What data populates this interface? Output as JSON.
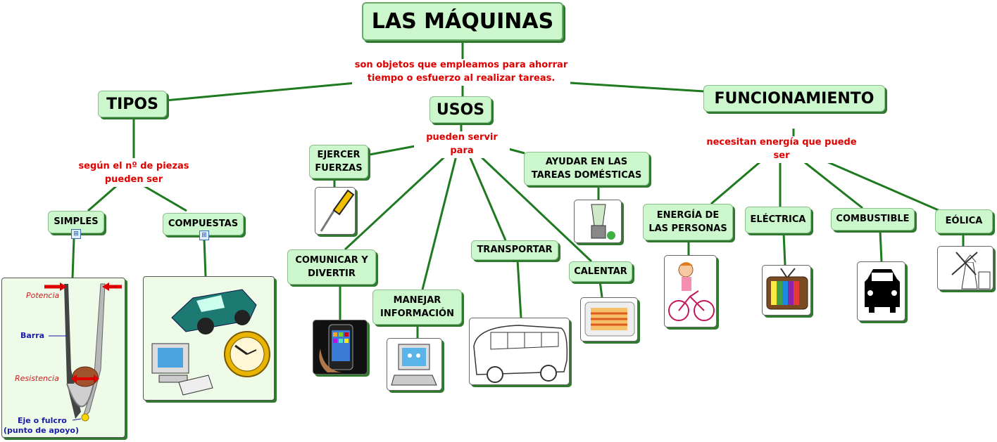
{
  "title": "LAS MÁQUINAS",
  "definition_link": {
    "line1": "son objetos que empleamos para ahorrar",
    "line2": "tiempo o esfuerzo al realizar tareas."
  },
  "tipos": {
    "label": "TIPOS",
    "link": {
      "line1": "según el nº de piezas",
      "line2": "pueden ser"
    },
    "simples": "SIMPLES",
    "compuestas": "COMPUESTAS",
    "lever_labels": {
      "potencia": "Potencia",
      "barra": "Barra",
      "resistencia": "Resistencia",
      "eje1": "Eje o fulcro",
      "eje2": "(punto de apoyo)"
    }
  },
  "usos": {
    "label": "USOS",
    "link": "pueden servir para",
    "ejercer": {
      "line1": "EJERCER",
      "line2": "FUERZAS"
    },
    "ayudar": {
      "line1": "AYUDAR EN LAS",
      "line2": "TAREAS DOMÉSTICAS"
    },
    "comunicar": {
      "line1": "COMUNICAR Y",
      "line2": "DIVERTIR"
    },
    "manejar": {
      "line1": "MANEJAR",
      "line2": "INFORMACIÓN"
    },
    "transportar": "TRANSPORTAR",
    "calentar": "CALENTAR"
  },
  "funcionamiento": {
    "label": "FUNCIONAMIENTO",
    "link": "necesitan energía que puede ser",
    "personas": {
      "line1": "ENERGÍA DE",
      "line2": "LAS PERSONAS"
    },
    "electrica": "ELÉCTRICA",
    "combustible": "COMBUSTIBLE",
    "eolica": "EÓLICA"
  },
  "colors": {
    "node_fill": "#ccf7cc",
    "line": "#1f7a1f",
    "link_text": "#e00000"
  },
  "icons": [
    "screwdriver-icon",
    "blender-icon",
    "smartphone-icon",
    "computer-icon",
    "bus-icon",
    "heater-icon",
    "cyclist-icon",
    "television-icon",
    "car-icon",
    "windmill-icon",
    "submap-icon"
  ]
}
